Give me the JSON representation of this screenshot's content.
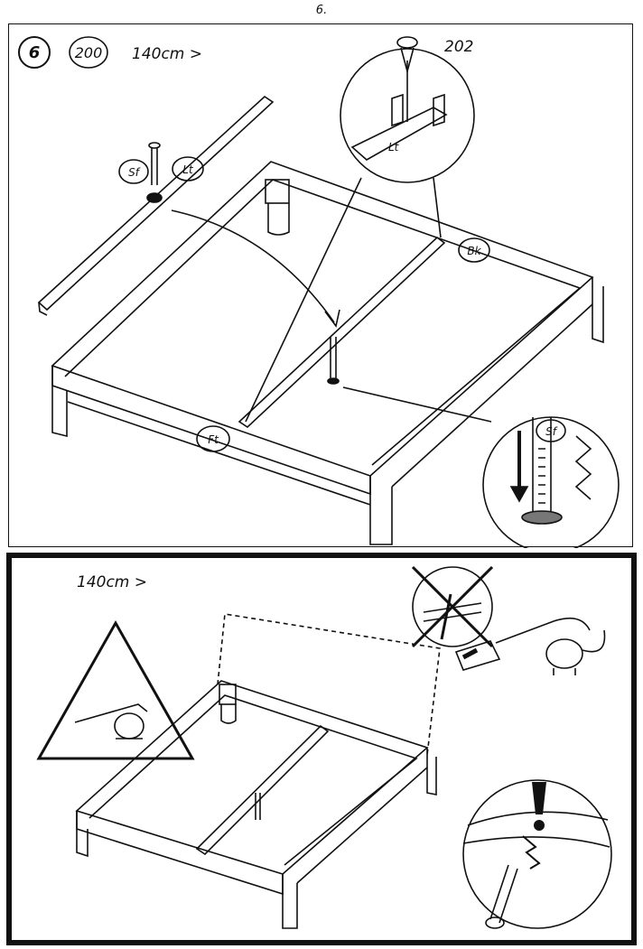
{
  "page_number": "6.",
  "step": {
    "number": "6",
    "size_code": "200",
    "width_label": "140cm >"
  },
  "parts": {
    "screw": "202",
    "support_foot": "Sf",
    "slat": "Lt",
    "back": "Bk",
    "front": "Ft"
  },
  "bottom": {
    "width_label": "140cm >"
  }
}
